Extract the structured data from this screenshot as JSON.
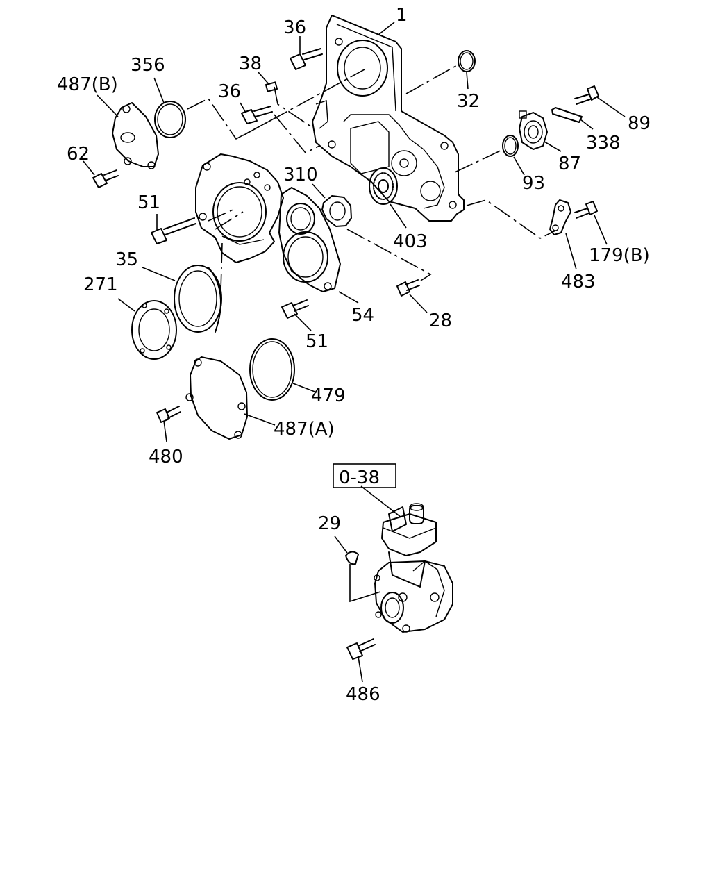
{
  "labels": {
    "l1": "1",
    "l36a": "36",
    "l356": "356",
    "l487b": "487(B)",
    "l38": "38",
    "l36b": "36",
    "l32": "32",
    "l89": "89",
    "l338": "338",
    "l87": "87",
    "l62": "62",
    "l93": "93",
    "l310": "310",
    "l51a": "51",
    "l403": "403",
    "l179b": "179(B)",
    "l483": "483",
    "l35": "35",
    "l271": "271",
    "l54": "54",
    "l28": "28",
    "l51b": "51",
    "l479": "479",
    "l487a": "487(A)",
    "l480": "480",
    "l038": "0-38",
    "l29": "29",
    "l486": "486"
  }
}
